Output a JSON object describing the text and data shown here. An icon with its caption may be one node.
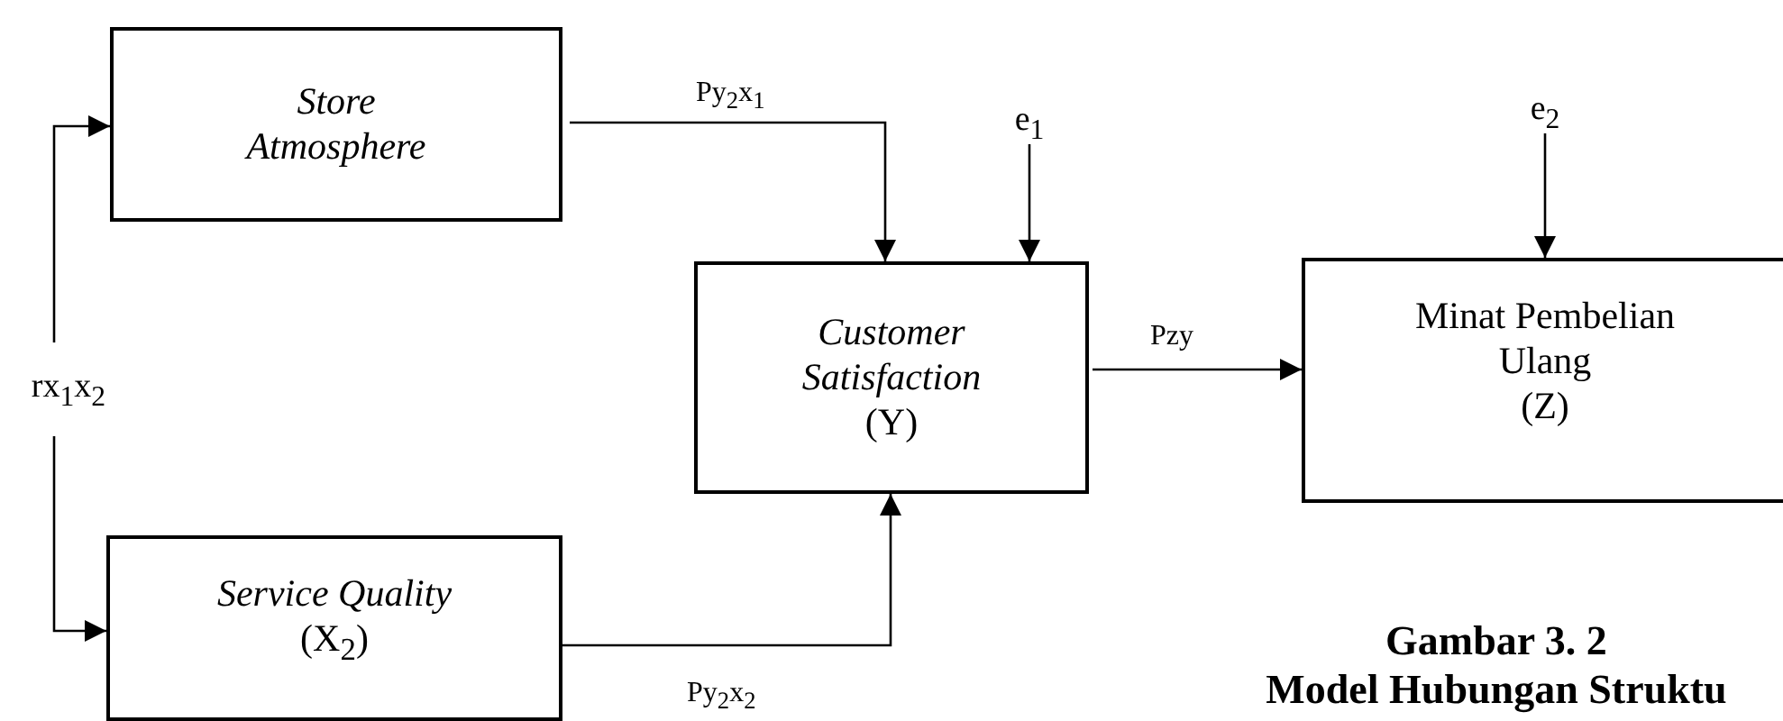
{
  "diagram": {
    "caption": "Gambar 3. 2",
    "labels": [
      "Model Hubungan Struktu"
    ],
    "nodes": [
      {
        "text": [
          "Store Atmosphere"
        ]
      },
      {
        "text": [
          "Service Quality",
          "(X$_{2}$)"
        ]
      },
      {
        "text": [
          "Customer Satisfaction",
          "(Y)"
        ]
      },
      {
        "text": [
          "Minat Pembelian Ulang",
          "(Z)"
        ]
      },
      {
        "text": [
          "rx$_{1}$x$_{2}$"
        ]
      },
      {
        "text": [
          "e$_{1}$"
        ]
      },
      {
        "text": [
          "e$_{2}$"
        ]
      }
    ],
    "edges": [
      {
        "from": 0,
        "to": 2,
        "arrow": "to",
        "label": "Py$_{2}$x$_{1}$"
      },
      {
        "from": 1,
        "to": 2,
        "arrow": "to",
        "label": "Py$_{2}$x$_{2}$"
      },
      {
        "from": 2,
        "to": 3,
        "arrow": "to",
        "label": "Pzy"
      },
      {
        "from": 4,
        "to": 0,
        "arrow": "to"
      },
      {
        "from": 4,
        "to": 1,
        "arrow": "to"
      },
      {
        "from": 5,
        "to": 2,
        "arrow": "to"
      },
      {
        "from": 6,
        "to": 3,
        "arrow": "to"
      }
    ]
  }
}
